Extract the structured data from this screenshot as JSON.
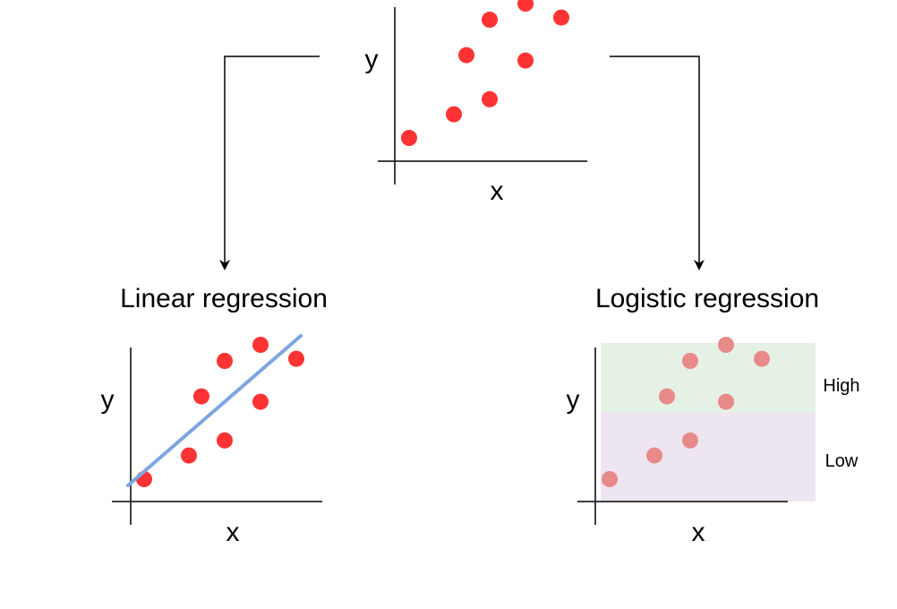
{
  "colors": {
    "point": "#ff3333",
    "point_faded": "#e88a8a",
    "fit_line": "#7ea6e0",
    "region_high": "#d5e8d4",
    "region_low": "#e1d5e7"
  },
  "source": {
    "x_label": "x",
    "y_label": "y"
  },
  "linear": {
    "title": "Linear regression",
    "x_label": "x",
    "y_label": "y"
  },
  "logistic": {
    "title": "Logistic regression",
    "x_label": "x",
    "y_label": "y",
    "high_label": "High",
    "low_label": "Low"
  },
  "chart_data": {
    "type": "scatter",
    "x": [
      1,
      2.25,
      2.6,
      3.25,
      3.25,
      4.25,
      4.25,
      5.25
    ],
    "y": [
      1,
      2.1,
      4.85,
      2.8,
      6.5,
      4.6,
      7.25,
      6.6
    ]
  }
}
